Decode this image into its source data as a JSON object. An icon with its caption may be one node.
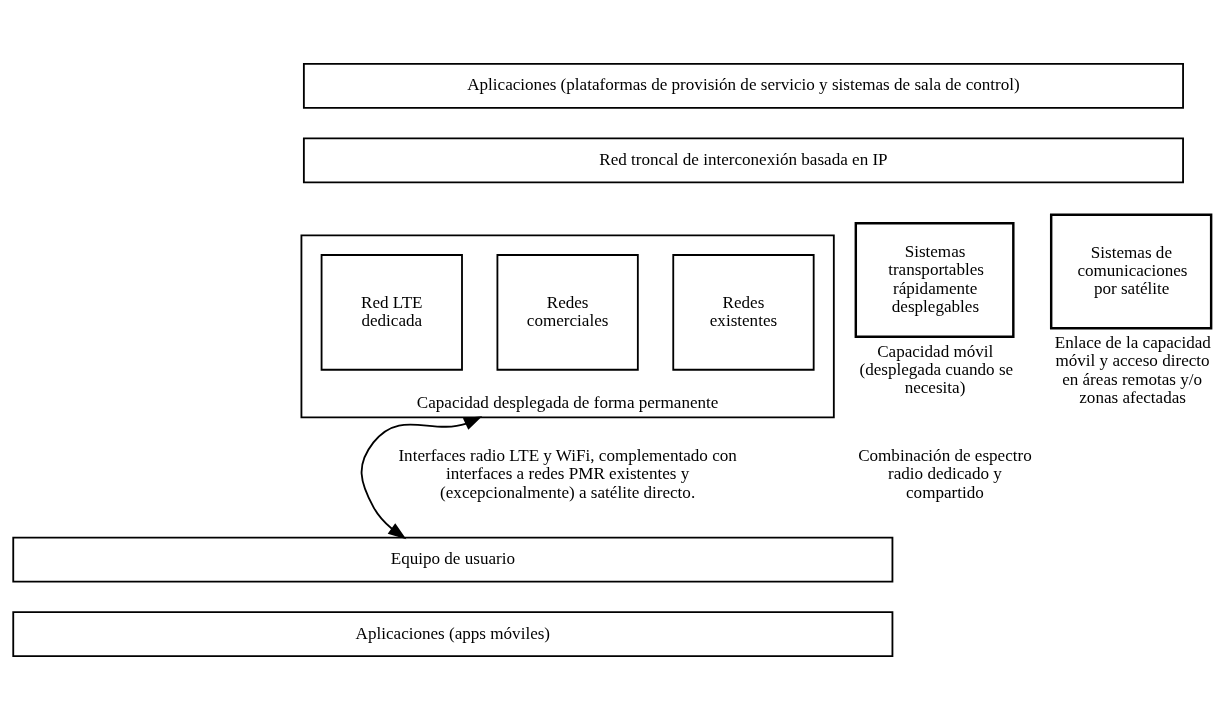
{
  "diagram": {
    "nodes": [
      {
        "text": [
          "Aplicaciones (plataformas de provisión de servicio y sistemas de sala de control)"
        ]
      },
      {
        "text": [
          "Red troncal de interconexión basada en IP"
        ]
      },
      {
        "text": [
          "Capacidad desplegada de forma permanente"
        ]
      },
      {
        "text": [
          "Red LTE dedicada"
        ],
        "in": 2
      },
      {
        "text": [
          "Redes comerciales"
        ],
        "in": 2
      },
      {
        "text": [
          "Redes existentes"
        ],
        "in": 2
      },
      {
        "text": [
          "Sistemas transportables rápidamente desplegables"
        ],
        "beside": [
          "Capacidad móvil (desplegada cuando se necesita)"
        ]
      },
      {
        "text": [
          "Sistemas de comunicaciones por satélite"
        ],
        "beside": [
          "Enlace de la capacidad móvil y acceso directo en áreas remotas y/o zonas afectadas"
        ]
      },
      {
        "text": [
          "Equipo de usuario"
        ]
      },
      {
        "text": [
          "Aplicaciones (apps móviles)"
        ]
      }
    ],
    "edges": [
      {
        "from": 2,
        "to": 8,
        "arrow": "both"
      }
    ],
    "labels": [
      "Interfaces radio LTE y WiFi, complementado con interfaces a redes PMR existentes y (excepcionalmente) a satélite directo.",
      "Combinación de espectro radio dedicado y compartido"
    ]
  }
}
